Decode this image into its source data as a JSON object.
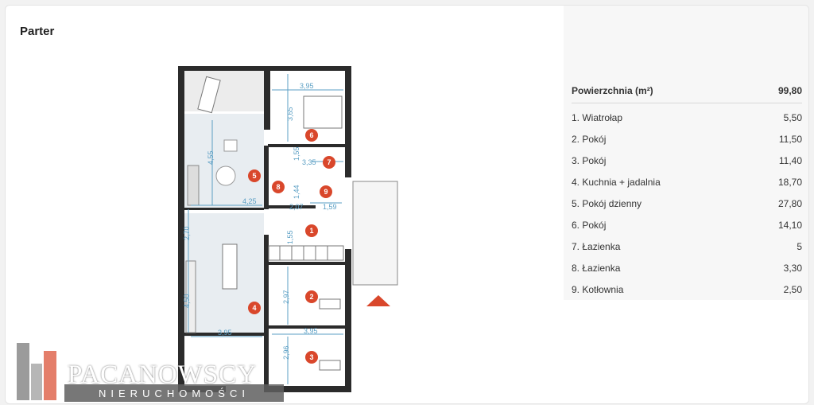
{
  "section_title": "Parter",
  "table": {
    "header_label": "Powierzchnia (m²)",
    "header_value": "99,80",
    "rows": [
      {
        "label": "1. Wiatrołap",
        "value": "5,50"
      },
      {
        "label": "2. Pokój",
        "value": "11,50"
      },
      {
        "label": "3. Pokój",
        "value": "11,40"
      },
      {
        "label": "4. Kuchnia + jadalnia",
        "value": "18,70"
      },
      {
        "label": "5. Pokój dzienny",
        "value": "27,80"
      },
      {
        "label": "6. Pokój",
        "value": "14,10"
      },
      {
        "label": "7. Łazienka",
        "value": "5"
      },
      {
        "label": "8. Łazienka",
        "value": "3,30"
      },
      {
        "label": "9. Kotłownia",
        "value": "2,50"
      }
    ]
  },
  "plan": {
    "dimensions": [
      "3,95",
      "3,65",
      "4,55",
      "1,55",
      "3,35",
      "1,44",
      "2,07",
      "1,59",
      "4,25",
      "2,70",
      "1,55",
      "2,97",
      "4,50",
      "3,95",
      "3,95",
      "2,96"
    ],
    "room_numbers": [
      "1",
      "2",
      "3",
      "4",
      "5",
      "6",
      "7",
      "8",
      "9"
    ]
  },
  "logo": {
    "name": "PACANOWSCY",
    "subtitle": "NIERUCHOMOŚCI"
  },
  "colors": {
    "accent": "#d9472b",
    "dimension": "#5b9fc4",
    "wall": "#2b2b2b",
    "floor": "#e8edf1"
  }
}
